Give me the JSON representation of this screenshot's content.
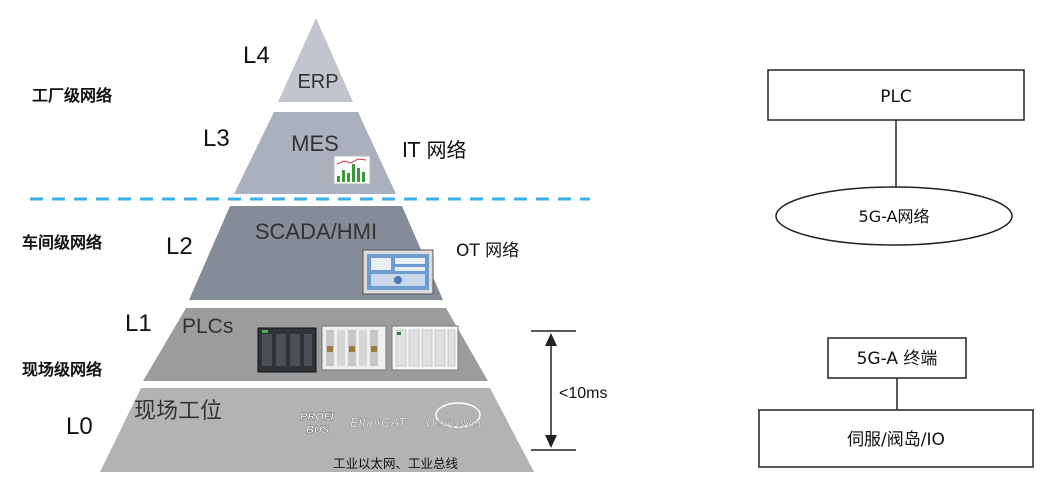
{
  "pyramid": {
    "zones": {
      "factory": "工厂级网络",
      "workshop": "车间级网络",
      "field": "现场级网络"
    },
    "levels": {
      "l4": {
        "id": "L4",
        "name": "ERP"
      },
      "l3": {
        "id": "L3",
        "name": "MES"
      },
      "l2": {
        "id": "L2",
        "name": "SCADA/HMI"
      },
      "l1": {
        "id": "L1",
        "name": "PLCs"
      },
      "l0": {
        "id": "L0",
        "name": "现场工位",
        "bus_text": "工业以太网、工业总线"
      }
    },
    "networks": {
      "it": "IT 网络",
      "ot": "OT 网络"
    },
    "latency": "<10ms",
    "bus_logos": {
      "profibus_top": "PROFI",
      "profibus_bottom": "BUS",
      "ethercat": "EtherCAT",
      "devicenet": "DeviceNet"
    },
    "colors": {
      "l4": "#c2c6cc",
      "l3": "#aab1bd",
      "l2": "#858b97",
      "l1": "#9c9c9c",
      "l0": "#b3b3b3",
      "divider": "#3ab0e6"
    }
  },
  "architecture": {
    "plc": "PLC",
    "network": "5G-A网络",
    "terminal": "5G-A 终端",
    "devices": "伺服/阀岛/IO"
  }
}
